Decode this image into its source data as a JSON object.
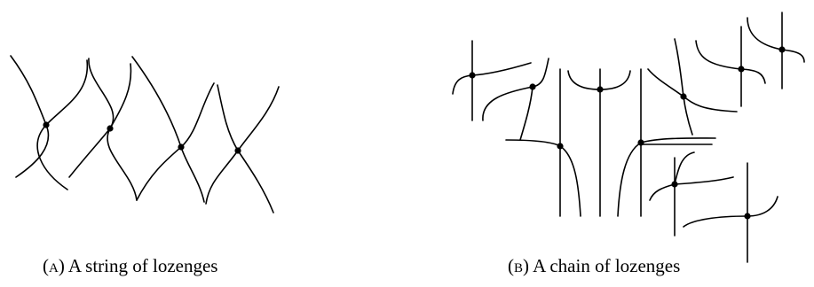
{
  "captions": {
    "a": {
      "tag": "(a)",
      "text": "A string of lozenges"
    },
    "b": {
      "tag": "(b)",
      "text": "A chain of lozenges"
    }
  }
}
